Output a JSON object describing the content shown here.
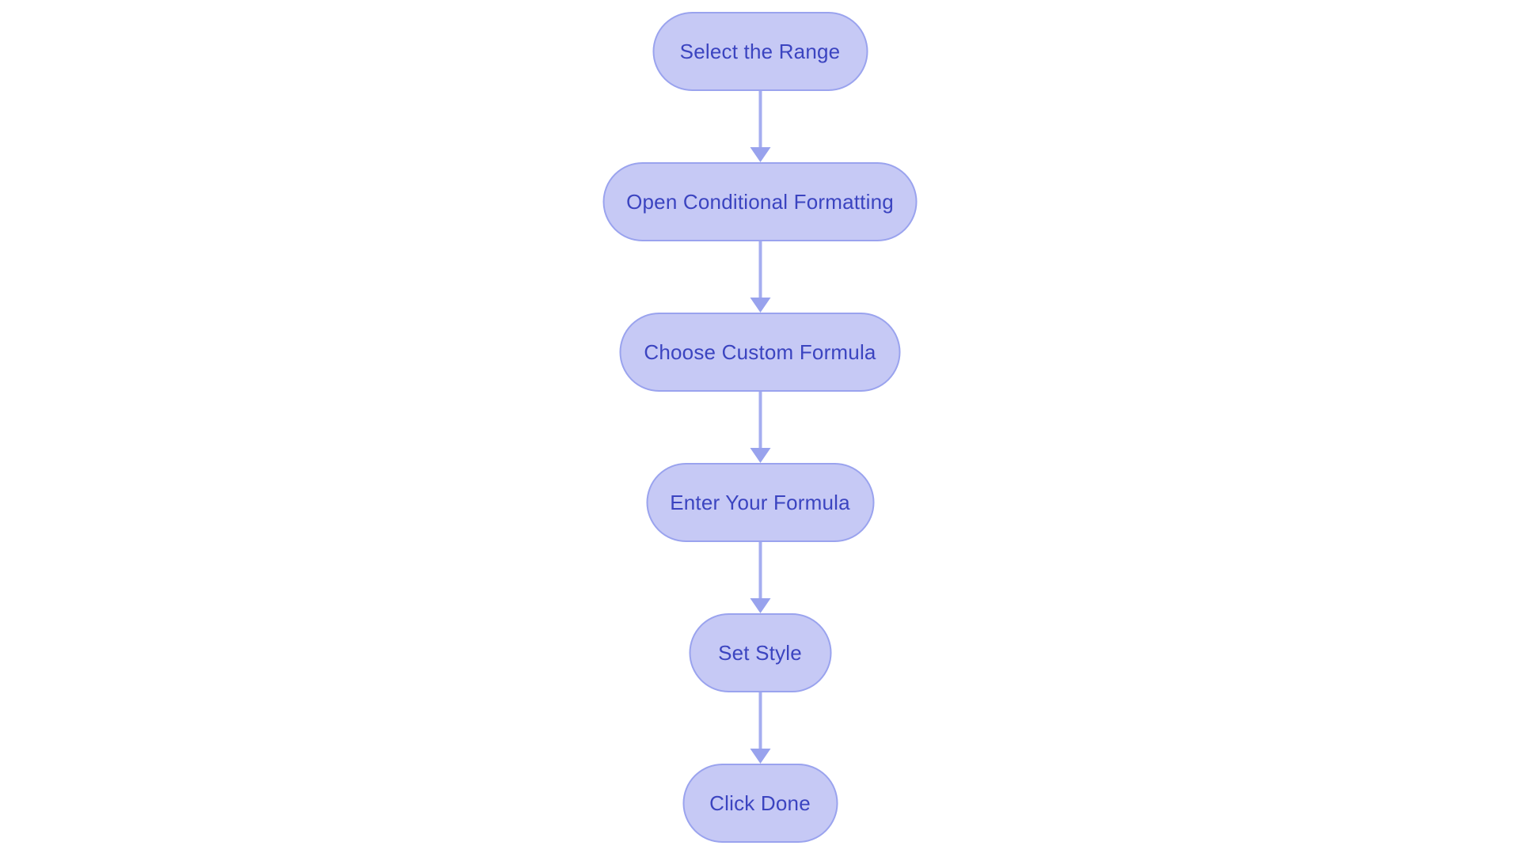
{
  "flowchart": {
    "type": "vertical-flowchart",
    "steps": [
      {
        "label": "Select the Range"
      },
      {
        "label": "Open Conditional Formatting"
      },
      {
        "label": "Choose Custom Formula"
      },
      {
        "label": "Enter Your Formula"
      },
      {
        "label": "Set Style"
      },
      {
        "label": "Click Done"
      }
    ],
    "connector": "arrow-down",
    "colors": {
      "node_fill": "#c6c9f5",
      "node_border": "#9aa3ee",
      "node_text": "#3b44c0",
      "arrow_line": "#a5adf0",
      "arrowhead": "#98a2ed",
      "background": "#ffffff"
    }
  }
}
